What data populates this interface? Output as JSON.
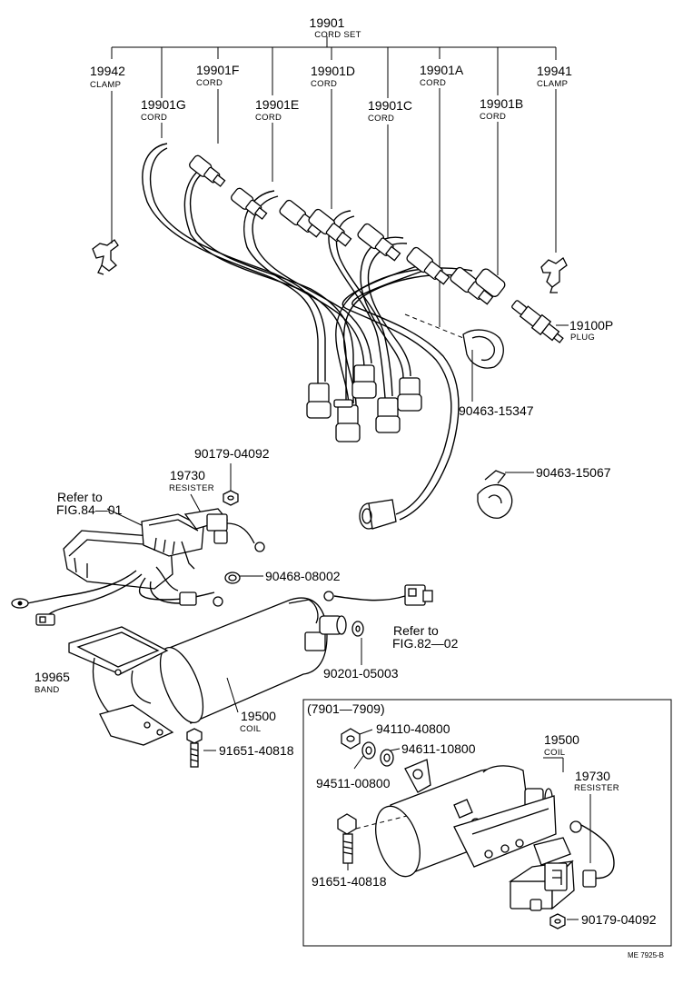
{
  "title": {
    "pn": "19901",
    "name": "CORD SET"
  },
  "cords": {
    "clamp_left": {
      "pn": "19942",
      "name": "CLAMP"
    },
    "cord_f": {
      "pn": "19901F",
      "name": "CORD"
    },
    "cord_d": {
      "pn": "19901D",
      "name": "CORD"
    },
    "cord_a": {
      "pn": "19901A",
      "name": "CORD"
    },
    "clamp_right": {
      "pn": "19941",
      "name": "CLAMP"
    },
    "cord_g": {
      "pn": "19901G",
      "name": "CORD"
    },
    "cord_e": {
      "pn": "19901E",
      "name": "CORD"
    },
    "cord_c": {
      "pn": "19901C",
      "name": "CORD"
    },
    "cord_b": {
      "pn": "19901B",
      "name": "CORD"
    }
  },
  "plug": {
    "pn": "19100P",
    "name": "PLUG"
  },
  "clamp_15347": "90463-15347",
  "clamp_15067": "90463-15067",
  "nut_04092": "90179-04092",
  "resister": {
    "pn": "19730",
    "name": "RESISTER"
  },
  "refer_84": {
    "line1": "Refer to",
    "line2": "FIG.84—01"
  },
  "clip_08002": "90468-08002",
  "refer_82": {
    "line1": "Refer to",
    "line2": "FIG.82—02"
  },
  "band": {
    "pn": "19965",
    "name": "BAND"
  },
  "washer_05003": "90201-05003",
  "coil": {
    "pn": "19500",
    "name": "COIL"
  },
  "bolt_40818": "91651-40818",
  "inset": {
    "range": "(7901—7909)",
    "nut_40800": "94110-40800",
    "washer_10800": "94611-10800",
    "washer_00800": "94511-00800",
    "coil": {
      "pn": "19500",
      "name": "COIL"
    },
    "resister": {
      "pn": "19730",
      "name": "RESISTER"
    },
    "bolt_40818": "91651-40818",
    "nut_04092": "90179-04092"
  },
  "footer_code": "ME 7925-B"
}
